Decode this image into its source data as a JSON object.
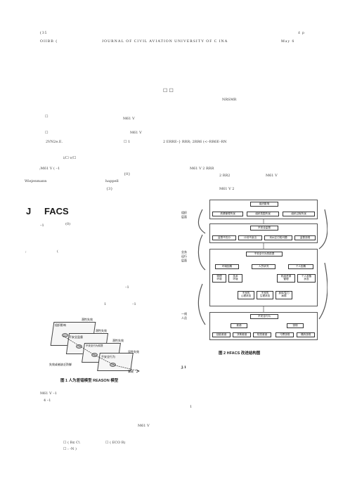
{
  "header": {
    "left_top": "(35",
    "left_code": "OIIBB (",
    "journal": "JOURNAL  OF  CIVIL  AVIATION  UNIVERSITY  OF  C   INA",
    "right_top": "4   p",
    "right_bottom": "May    6"
  },
  "title": {
    "glyphs": "☐      ☐",
    "code": "NRSMR"
  },
  "body_left": [
    "M61 V",
    "M61 V",
    "2VN2e.E.",
    "i/☐     v/☐",
    ";M61 V  (           –1",
    "Wiejenmann",
    "happell"
  ],
  "body_left_marks": [
    "☐",
    "☐",
    "☐ 1",
    "{0}",
    "{3}"
  ],
  "body_right": [
    "2 ERRE–} RRR; 2RR6 (<–RR6E–RN",
    "M61 V        2 RRR",
    "2 RR2",
    "M61 V",
    "M61 V         2"
  ],
  "section": {
    "letter": "J",
    "title": "FACS"
  },
  "section_lines": [
    "–1",
    "(0)",
    ";",
    "(",
    "–1",
    "1",
    "–1"
  ],
  "figure1": {
    "caption": "图 1    人为差错模型 REASON 模型",
    "labels": [
      "组织影响",
      "不安全监督",
      "不安全行为前提",
      "不安全行为"
    ],
    "failures": [
      "潜性失效",
      "潜性失效",
      "潜性失效",
      "显性失效"
    ],
    "defenses": "失效或者缺乏防御",
    "accident": "事故"
  },
  "figure2": {
    "caption": "图 2    HFACS 改进结构图",
    "side_labels": [
      "组织\n层面",
      "业务\n运行\n层面",
      "一线\n人员"
    ],
    "level1_title": "组织影响",
    "level1_items": [
      "资源管理失误",
      "组织氛围失误",
      "组织过程失误"
    ],
    "level2_title": "不安全监督",
    "level2_items": [
      "监督不充分",
      "计划不适当",
      "未纠正已知问题",
      "监督违规"
    ],
    "level3_title": "不安全行为的前提",
    "level3_groups": [
      "环境因素",
      "人员状况",
      "个人因素"
    ],
    "level3_items": [
      "物理\n环境",
      "技术\n环境",
      "机组资源\n管理",
      "个人准备\n状态"
    ],
    "level3_sub": [
      "不良的\n心理状态",
      "不良的\n生理状态",
      "身体/智力\n局限"
    ],
    "level4_title": "不安全行为",
    "level4_groups": [
      "差错",
      "违规"
    ],
    "level4_items": [
      "技能差错",
      "决策差错",
      "知觉差错",
      "习惯违规",
      "偶然违规"
    ],
    "after": "J.1"
  },
  "bottom_left": [
    "M61 V        –1",
    "4                        –1",
    "M61 V",
    "☐    (  R¢  C\\",
    "☐         :    ‐N  )"
  ],
  "bottom_mark": "☐    (  ECO  R)",
  "bottom_right": [
    "1"
  ]
}
